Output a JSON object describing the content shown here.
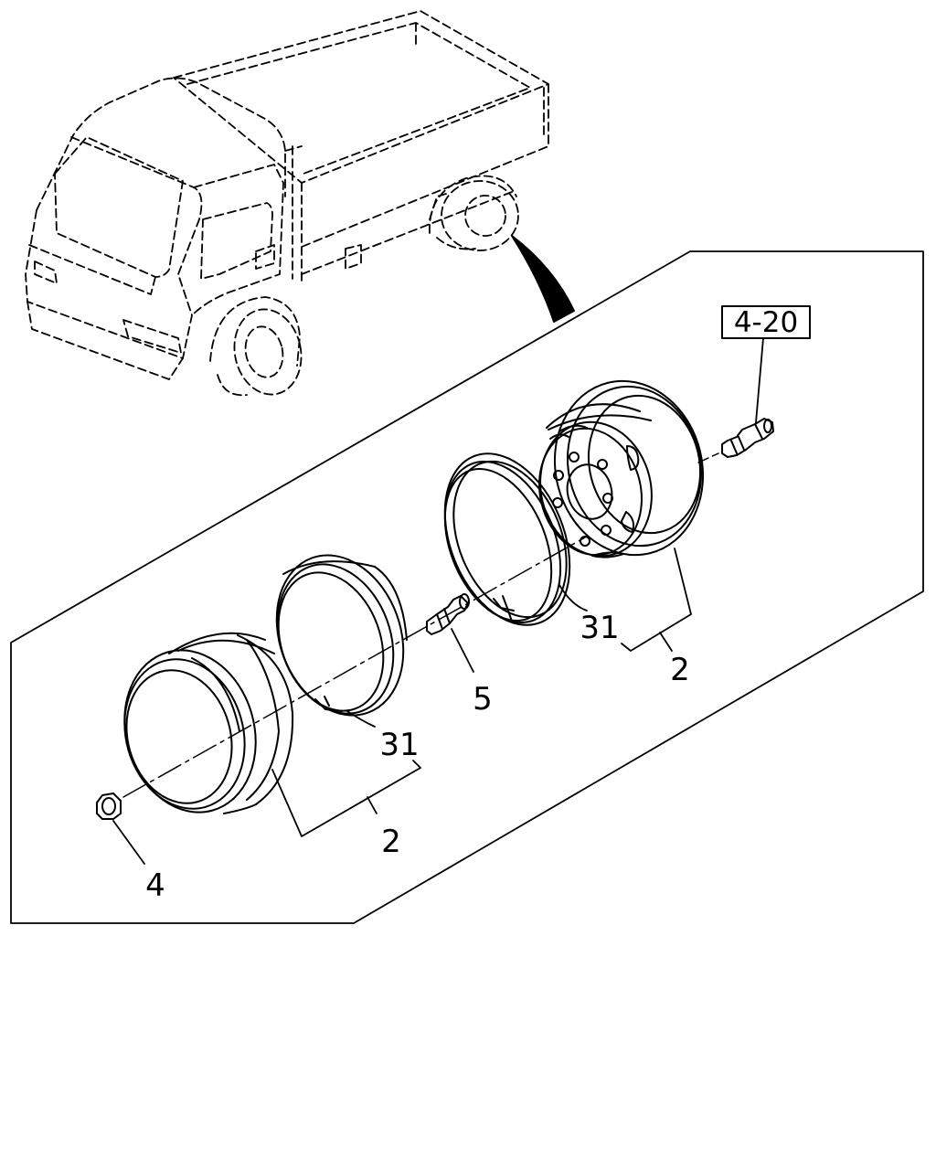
{
  "diagram": {
    "reference_box": {
      "label": "4-20"
    },
    "callouts": [
      {
        "id": "nut",
        "label": "4"
      },
      {
        "id": "front-wheel-set",
        "label": "2"
      },
      {
        "id": "front-tire-flap",
        "label": "31"
      },
      {
        "id": "stud-bolt",
        "label": "5"
      },
      {
        "id": "rear-tire-flap",
        "label": "31"
      },
      {
        "id": "rear-wheel-set",
        "label": "2"
      }
    ]
  },
  "colors": {
    "line": "#000000",
    "background": "#ffffff"
  }
}
